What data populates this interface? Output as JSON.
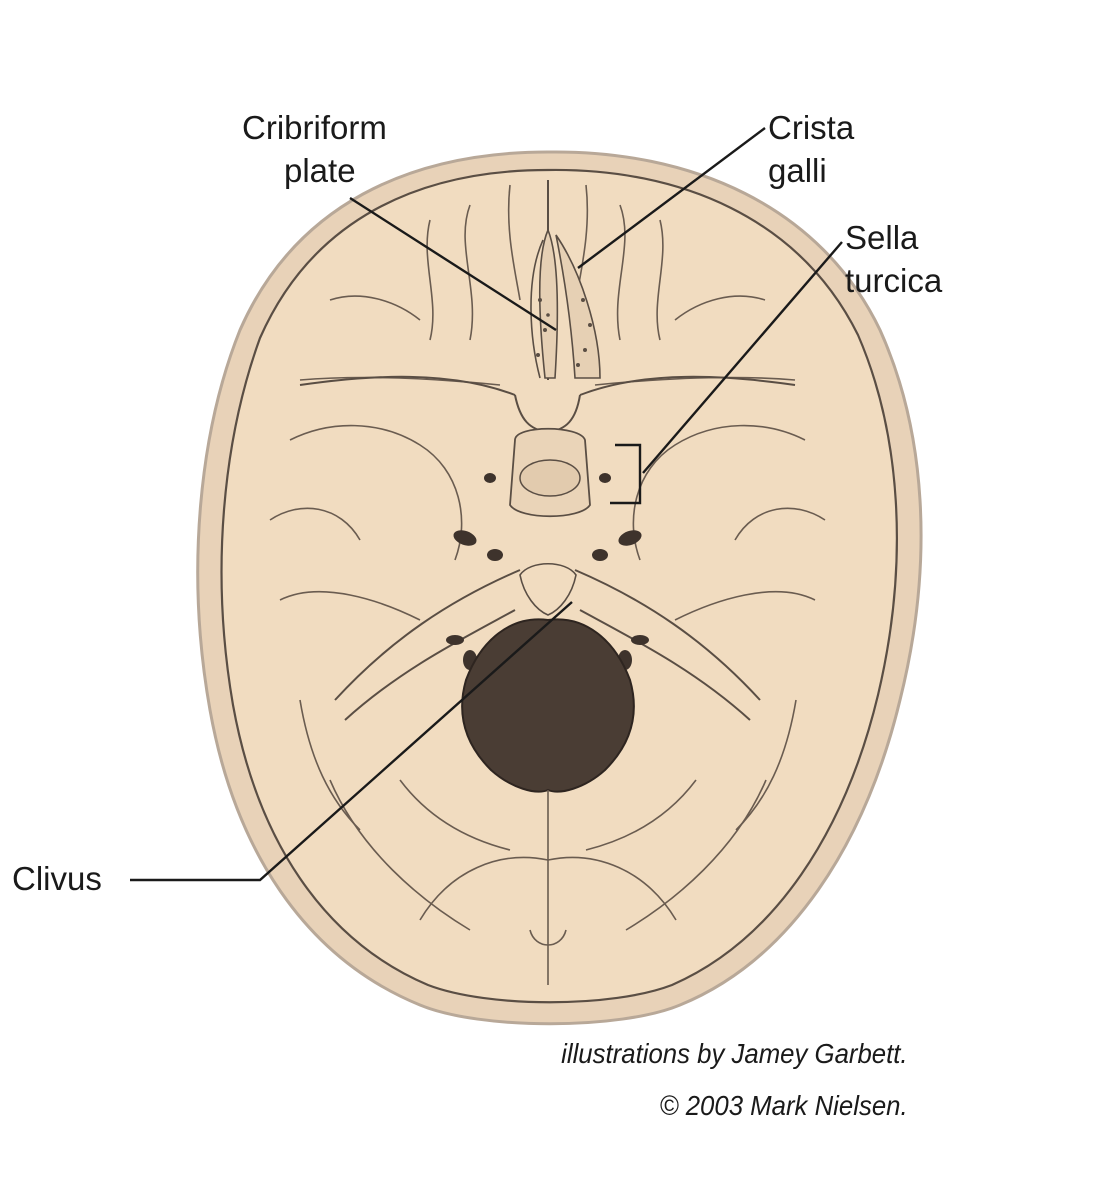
{
  "labels": {
    "cribriform": [
      "Cribriform",
      "plate"
    ],
    "crista": [
      "Crista",
      "galli"
    ],
    "sella": [
      "Sella",
      "turcica"
    ],
    "clivus": "Clivus"
  },
  "credits": {
    "line1": "illustrations by Jamey Garbett.",
    "line2": "© 2003 Mark Nielsen."
  },
  "colors": {
    "bone": "#f1dcc0",
    "outline": "#5a4e44",
    "foramen": "#4a3d34",
    "leader": "#1a1a1a"
  }
}
